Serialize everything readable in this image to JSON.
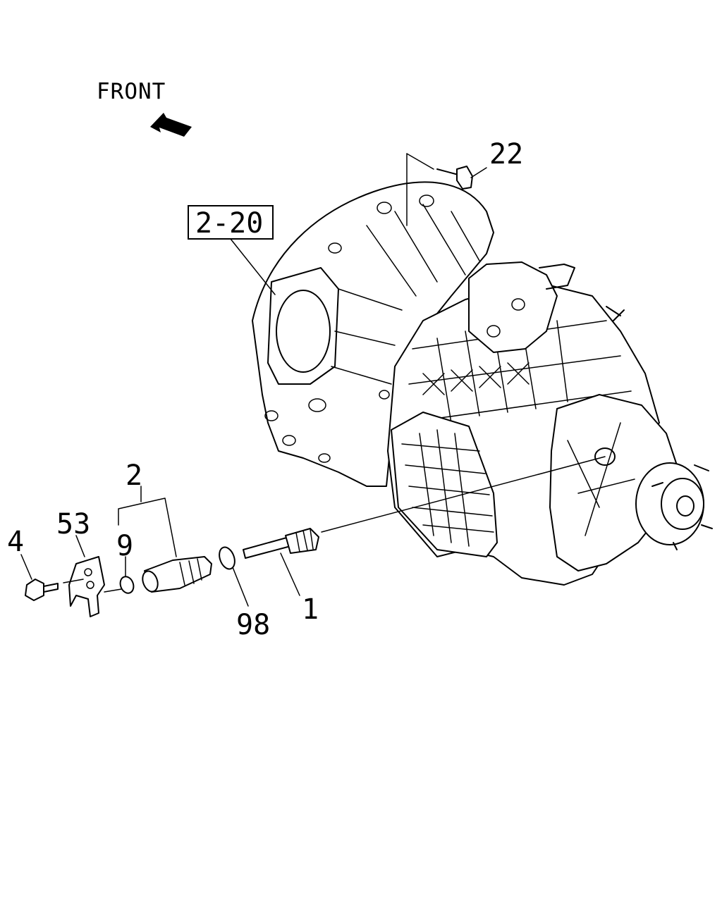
{
  "direction_label": "FRONT",
  "reference_box": "2-20",
  "callouts": {
    "c1": "1",
    "c2": "2",
    "c4": "4",
    "c9": "9",
    "c22": "22",
    "c53": "53",
    "c98": "98"
  }
}
